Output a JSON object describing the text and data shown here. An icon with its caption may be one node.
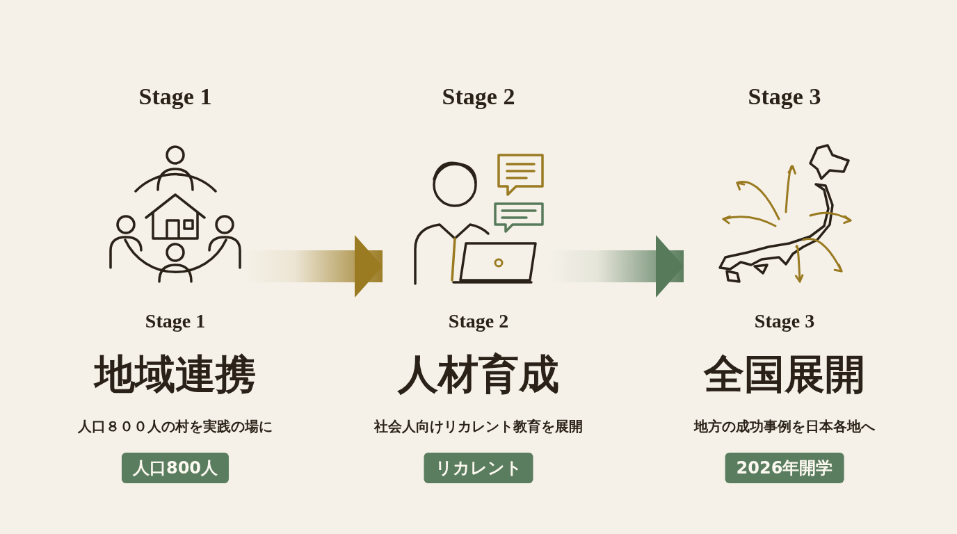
{
  "diagram": {
    "nodes": [
      {
        "text": [],
        "shape": "picture",
        "beside": [
          "Stage 1",
          "Stage 1"
        ]
      },
      {
        "text": [],
        "shape": "picture",
        "beside": [
          "Stage 2",
          "Stage 2"
        ]
      },
      {
        "text": [],
        "shape": "picture",
        "beside": [
          "Stage 3",
          "Stage 3"
        ]
      },
      {
        "text": [
          "人口800人"
        ]
      },
      {
        "text": [
          "リカレント"
        ]
      },
      {
        "text": [
          "2026年開学"
        ]
      }
    ],
    "edges": [
      {
        "from": 0,
        "to": 1,
        "arrow": "to",
        "style": "thick",
        "color": "#9a7b22"
      },
      {
        "from": 1,
        "to": 2,
        "arrow": "to",
        "style": "thick",
        "color": "#567a5a"
      }
    ],
    "labels": [
      "地域連携",
      "人材育成",
      "全国展開",
      "人口８００人の村を実践の場に",
      "社会人向けリカレント教育を展開",
      "地方の成功事例を日本各地へ"
    ]
  }
}
